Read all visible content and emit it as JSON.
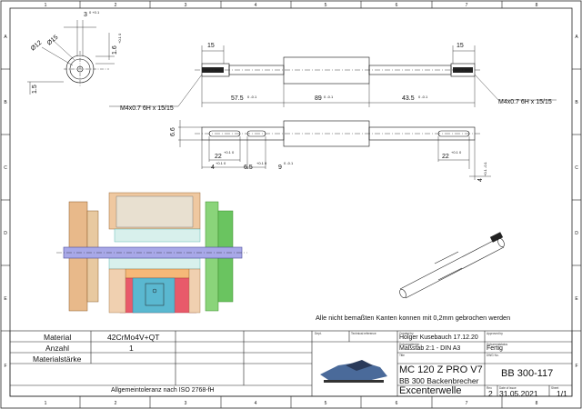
{
  "zones": {
    "columns": [
      "1",
      "2",
      "3",
      "4",
      "5",
      "6",
      "7",
      "8"
    ],
    "rows": [
      "A",
      "B",
      "C",
      "D",
      "E",
      "F"
    ]
  },
  "dims": {
    "d30": "3",
    "d30_tol": "0\n+0.1",
    "d16": "1.6",
    "d16_tol": "+0.1\n0",
    "dia12": "Ø12",
    "dia15": "Ø15",
    "d15v": "1.5",
    "w15_left": "15",
    "w15_right": "15",
    "thread_left": "M4x0.7 6H x 15/15",
    "thread_right": "M4x0.7 6H x 15/15",
    "len_a": "57.5",
    "len_a_tol": "0\n-0.1",
    "len_b": "89",
    "len_b_tol": "0\n-0.1",
    "len_c": "43.5",
    "len_c_tol": "0\n-0.1",
    "h66": "6.6",
    "s22a": "22",
    "s22a_tol": "+0.1\n0",
    "s4a": "4",
    "s4a_tol": "+0.1\n0",
    "s65": "6.5",
    "s65_tol": "+0.1\n0",
    "s9": "9",
    "s9_tol": "0\n-0.1",
    "s22b": "22",
    "s22b_tol": "+0.1\n0",
    "s4b": "4",
    "s4b_tol": "+0.1\n-0.1"
  },
  "note": "Alle nicht bemaßten Kanten konnen mit 0,2mm gebrochen werden",
  "left_block": {
    "material_label": "Material",
    "material_value": "42CrMo4V+QT",
    "anzahl_label": "Anzahl",
    "anzahl_value": "1",
    "staerke_label": "Materialstärke",
    "tolerance": "Allgemeintoleranz nach ISO 2768-fH"
  },
  "title_block": {
    "h_dept": "Dept.",
    "h_tech": "Technical reference",
    "h_created": "Created by",
    "h_approved": "Approved by",
    "created_by": "Holger Kusebauch 17.12.20",
    "h_doctype": "Dokumententyp",
    "h_status": "Dokumentstatus",
    "scale": "Maßstab 2:1 - DIN A3",
    "status": "Fertig",
    "h_title": "Title",
    "h_dwg": "DWG No.",
    "title1": "MC 120 Z PRO V7",
    "dwg_no": "BB 300-117",
    "title2": "BB 300 Backenbrecher",
    "part": "Excenterwelle",
    "h_rev": "Rev.",
    "h_date": "Date of issue",
    "h_sheet": "Sheet",
    "rev": "2",
    "date": "31.05.2021",
    "sheet": "1/1"
  }
}
